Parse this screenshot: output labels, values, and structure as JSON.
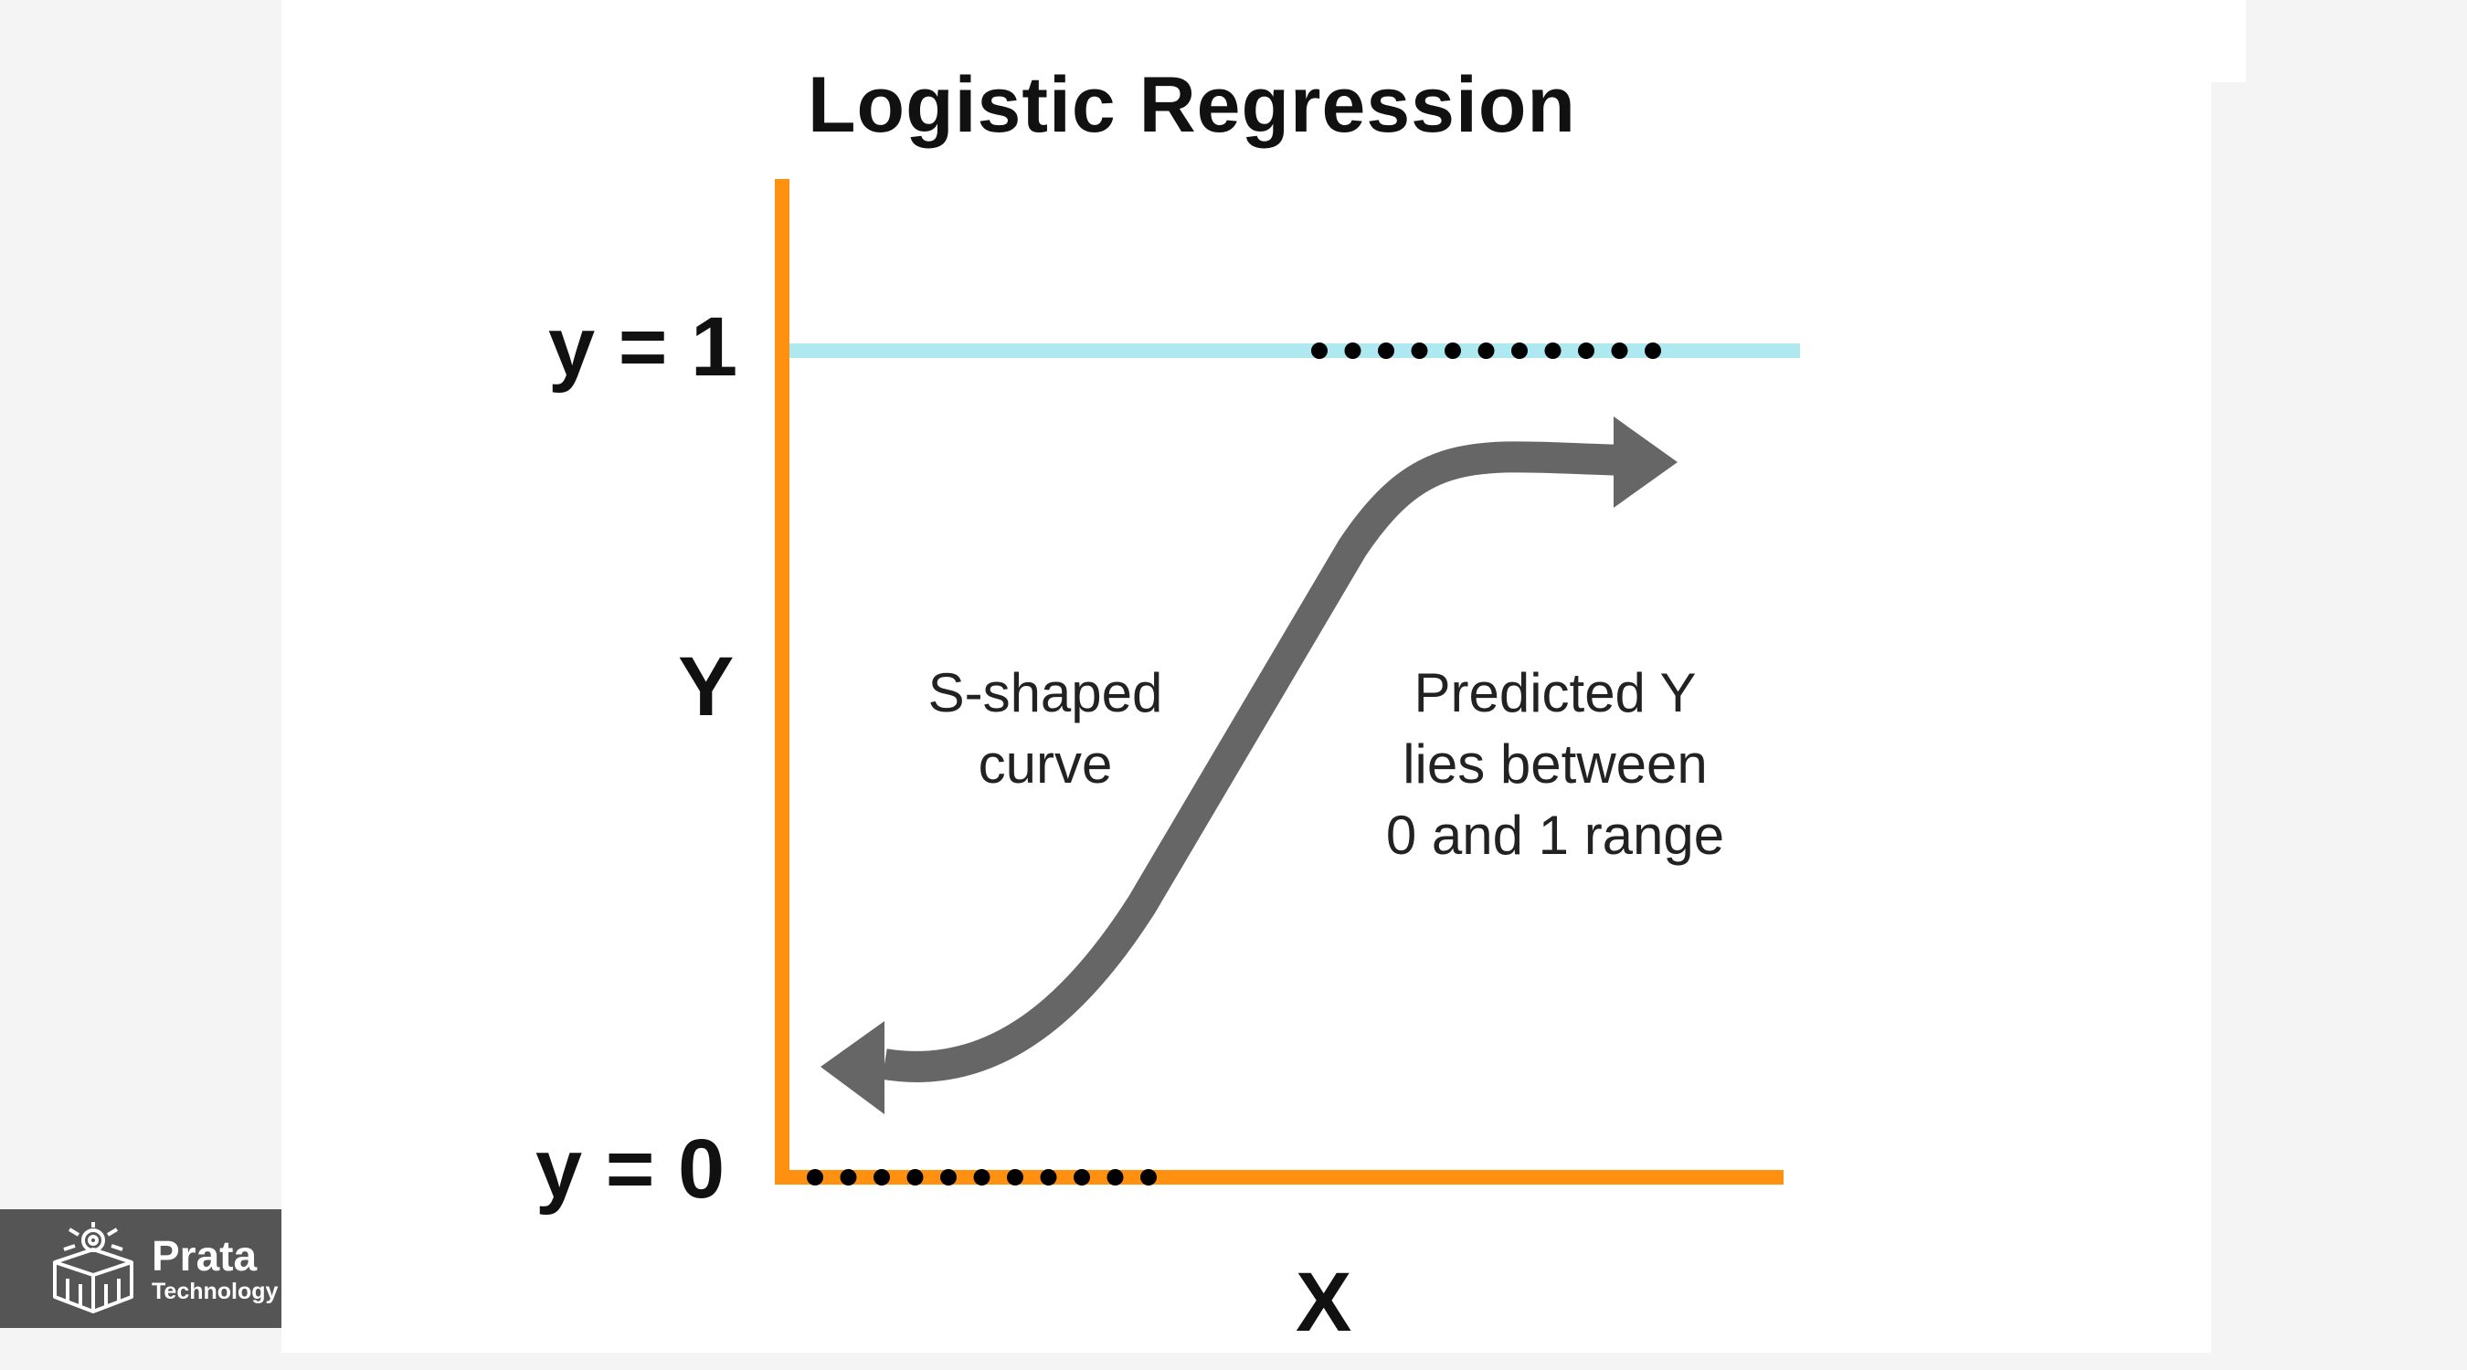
{
  "title": "Logistic Regression",
  "labels": {
    "y_one": "y = 1",
    "y_zero": "y = 0",
    "y_axis": "Y",
    "x_axis": "X"
  },
  "notes": {
    "left_line1": "S-shaped",
    "left_line2": "curve",
    "right_line1": "Predicted Y",
    "right_line2": "lies between",
    "right_line3": "0 and 1 range"
  },
  "logo": {
    "name": "Prata",
    "subtitle": "Technology"
  },
  "colors": {
    "axis": "#ff9010",
    "upper_line": "#aee8f0",
    "curve": "#666666",
    "dots": "#000000",
    "logo_bg": "#555555"
  },
  "icons": {
    "logo": "chip-box-icon",
    "curve_arrows": "double-arrow-icon"
  }
}
